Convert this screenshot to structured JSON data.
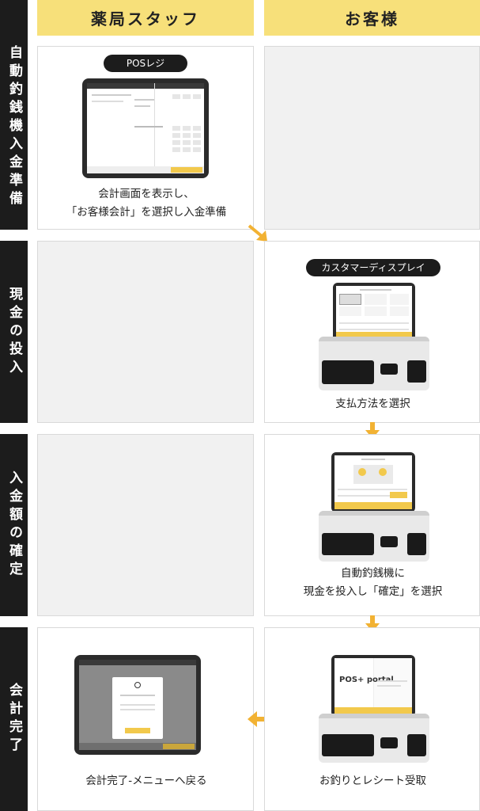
{
  "columns": {
    "staff": "薬局スタッフ",
    "customer": "お客様"
  },
  "steps": [
    {
      "label": "自動釣銭機入金準備"
    },
    {
      "label": "現金の投入"
    },
    {
      "label": "入金額の確定"
    },
    {
      "label": "会計完了"
    }
  ],
  "pos_label": "POSレジ",
  "customer_display_label": "カスタマーディスプレイ",
  "captions": {
    "step1_staff": [
      "会計画面を表示し、",
      "「お客様会計」を選択し入金準備"
    ],
    "step2_customer": [
      "支払方法を選択"
    ],
    "step3_customer": [
      "自動釣銭機に",
      "現金を投入し「確定」を選択"
    ],
    "step4_staff": [
      "会計完了-メニューへ戻る"
    ],
    "step4_customer": [
      "お釣りとレシート受取"
    ]
  },
  "logo_text": "POS+ portal",
  "colors": {
    "header_bg": "#f7e07a",
    "side_bg": "#1c1c1c",
    "arrow": "#f2b233",
    "empty_card": "#f1f1f1"
  }
}
